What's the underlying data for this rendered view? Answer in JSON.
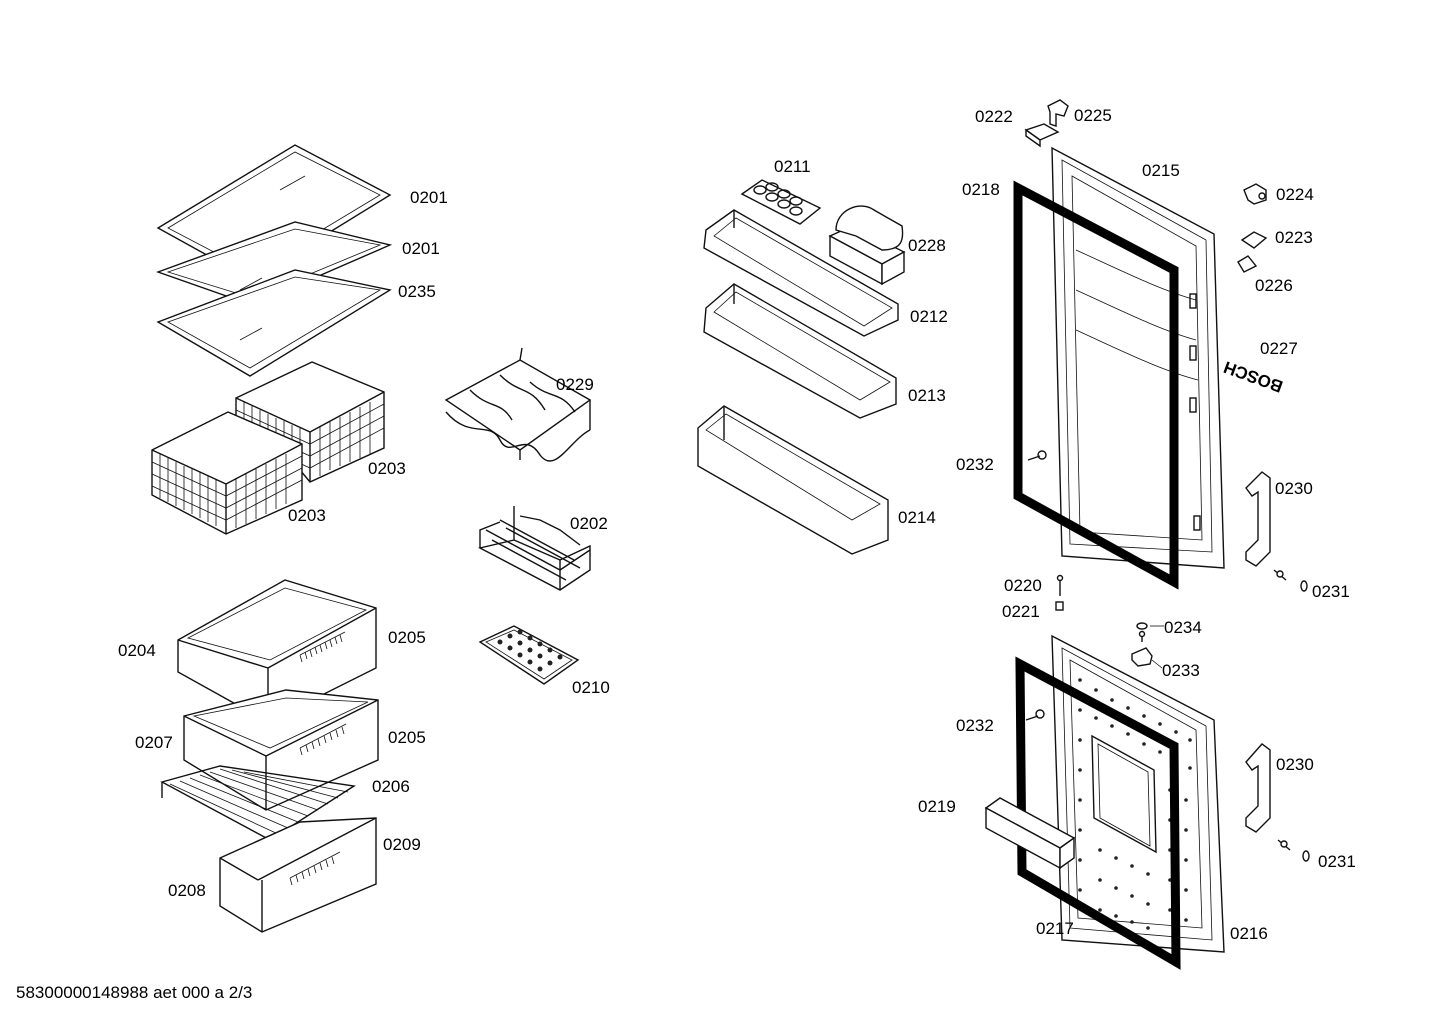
{
  "labels": [
    {
      "text": "0201"
    },
    {
      "text": "0201"
    },
    {
      "text": "0235"
    },
    {
      "text": "0203"
    },
    {
      "text": "0203"
    },
    {
      "text": "0229"
    },
    {
      "text": "0202"
    },
    {
      "text": "0204"
    },
    {
      "text": "0205"
    },
    {
      "text": "0205"
    },
    {
      "text": "0210"
    },
    {
      "text": "0207"
    },
    {
      "text": "0206"
    },
    {
      "text": "0209"
    },
    {
      "text": "0208"
    },
    {
      "text": "0211"
    },
    {
      "text": "0228"
    },
    {
      "text": "0212"
    },
    {
      "text": "0213"
    },
    {
      "text": "0214"
    },
    {
      "text": "0222"
    },
    {
      "text": "0225"
    },
    {
      "text": "0215"
    },
    {
      "text": "0218"
    },
    {
      "text": "0224"
    },
    {
      "text": "0223"
    },
    {
      "text": "0226"
    },
    {
      "text": "0227"
    },
    {
      "text": "0232"
    },
    {
      "text": "0230"
    },
    {
      "text": "0231"
    },
    {
      "text": "0220"
    },
    {
      "text": "0221"
    },
    {
      "text": "0234"
    },
    {
      "text": "0233"
    },
    {
      "text": "0232"
    },
    {
      "text": "0230"
    },
    {
      "text": "0219"
    },
    {
      "text": "0231"
    },
    {
      "text": "0217"
    },
    {
      "text": "0216"
    }
  ],
  "brand_logo_text": "BOSCH",
  "footer": {
    "code": "58300000148988 aet 000 a 2/3"
  }
}
